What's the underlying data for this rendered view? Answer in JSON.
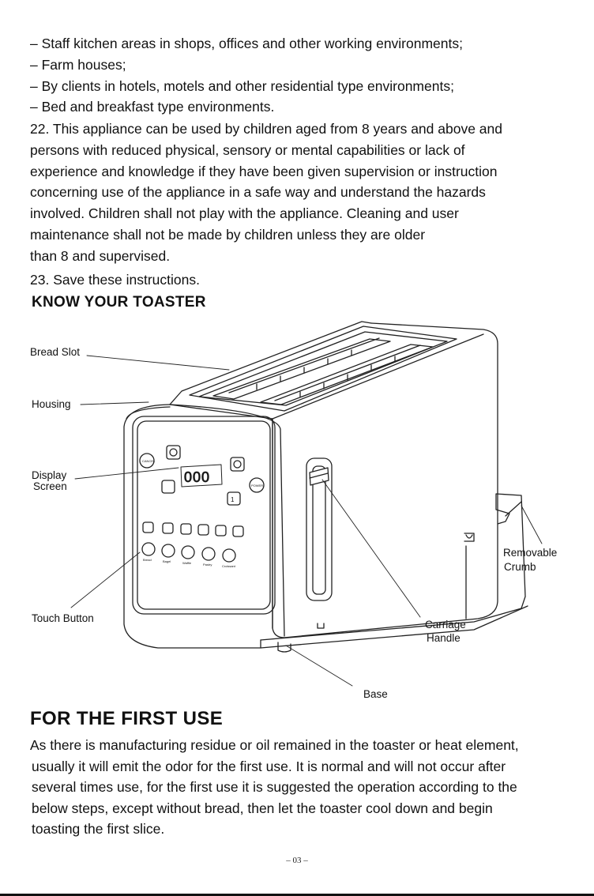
{
  "bullets": [
    "– Staff kitchen areas in shops, offices and other working environments;",
    "– Farm houses;",
    "– By clients in hotels, motels and other residential type environments;",
    "– Bed and breakfast type environments."
  ],
  "item22_lines": [
    "22. This appliance can be used by children aged from 8 years and above and",
    "persons with reduced physical, sensory or mental capabilities or lack of",
    "experience and knowledge if they have been given supervision or instruction",
    "concerning use of the appliance in a   safe way and understand the hazards",
    "involved. Children shall not play with the appliance. Cleaning and user",
    "maintenance shall not be made by children unless they are older",
    "than 8 and supervised."
  ],
  "item23": "23. Save these instructions.",
  "know_heading": "KNOW YOUR TOASTER",
  "diagram": {
    "labels": {
      "bread_slot": "Bread Slot",
      "housing": "Housing",
      "display_1": "Display",
      "display_2": "Screen",
      "touch_button": "Touch Button",
      "removable_1": "Removable",
      "removable_2": "Crumb",
      "carriage_1": "Carriage",
      "carriage_2": "Handle",
      "base": "Base"
    },
    "panel": {
      "cancel": "CANCEL",
      "power": "POWER",
      "display_digits": "000",
      "slice_count": "1",
      "modes": [
        "Bread",
        "Bagel",
        "Waffle",
        "Pastry",
        "Croissant"
      ]
    }
  },
  "first_use_heading": "FOR THE FIRST USE",
  "first_use_lines": [
    "As there is manufacturing residue or oil remained in the toaster or heat element,",
    "usually it will emit the odor for the first use. It is normal and will not occur after",
    "several times use,  for the first use it is suggested the operation according to the",
    "below steps, except without bread, then let the toaster cool down and begin",
    "toasting the first slice."
  ],
  "page_number": "– 03 –"
}
